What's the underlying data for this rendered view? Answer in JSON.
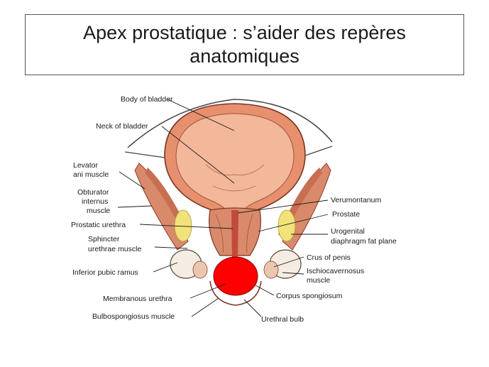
{
  "title": "Apex prostatique : s’aider des repères anatomiques",
  "labels": {
    "body_of_bladder": "Body of bladder",
    "neck_of_bladder": "Neck of bladder",
    "levator_1": "Levator",
    "levator_2": "ani muscle",
    "obturator_1": "Obturator",
    "obturator_2": "internus",
    "obturator_3": "muscle",
    "prostatic_urethra": "Prostatic urethra",
    "sphincter_1": "Sphincter",
    "sphincter_2": "urethrae muscle",
    "inferior_pubic_ramus": "Inferior pubic ramus",
    "membranous_urethra": "Membranous urethra",
    "bulbospongiosus": "Bulbospongiosus muscle",
    "verumontanum": "Verumontanum",
    "prostate": "Prostate",
    "urogenital_1": "Urogenital",
    "urogenital_2": "diaphragm fat plane",
    "crus_of_penis": "Crus of penis",
    "ischio_1": "Ischiocavernosus",
    "ischio_2": "muscle",
    "corpus_spongiosum": "Corpus spongiosum",
    "urethral_bulb": "Urethral bulb"
  },
  "colors": {
    "bladder_fill": "#f3b79a",
    "muscle": "#d98a6a",
    "fat": "#f2e27a",
    "bone": "#f5ede4",
    "highlight": "#ff0000"
  }
}
